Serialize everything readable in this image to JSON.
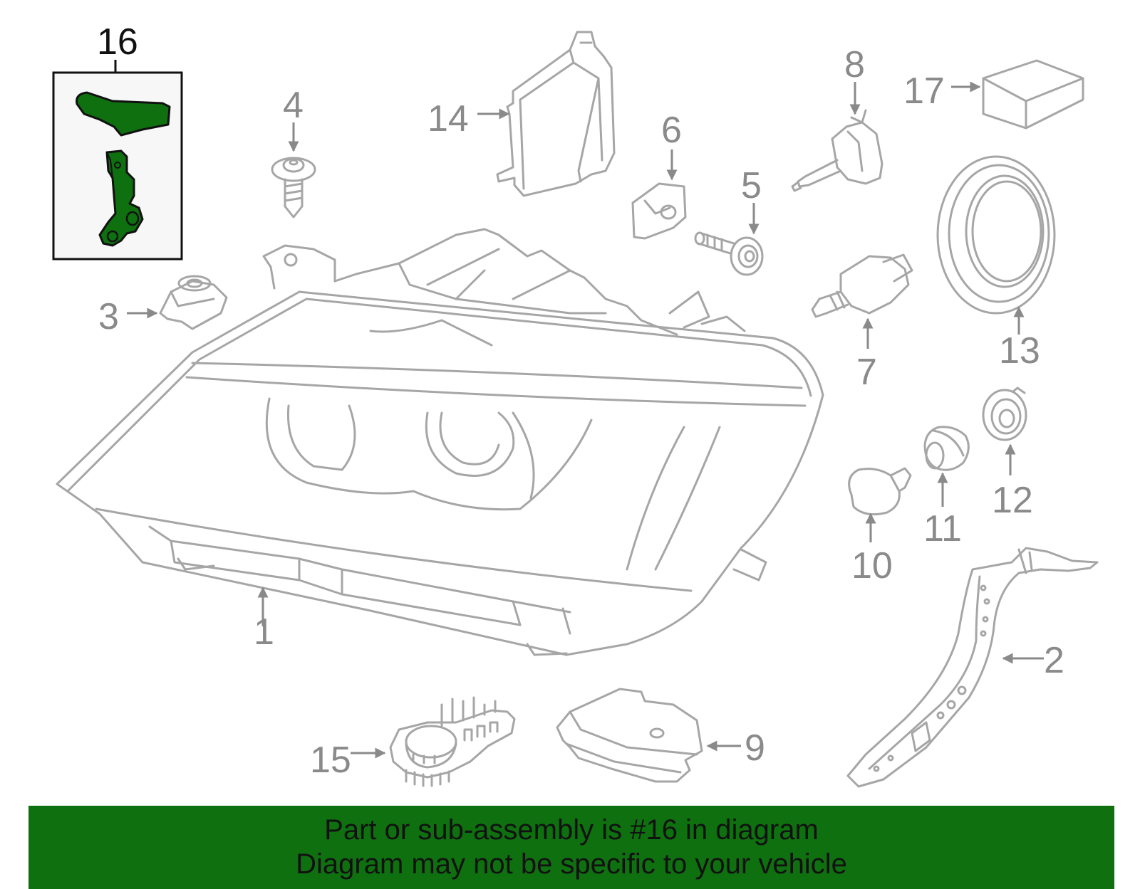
{
  "callouts": {
    "c1": "1",
    "c2": "2",
    "c3": "3",
    "c4": "4",
    "c5": "5",
    "c6": "6",
    "c7": "7",
    "c8": "8",
    "c9": "9",
    "c10": "10",
    "c11": "11",
    "c12": "12",
    "c13": "13",
    "c14": "14",
    "c15": "15",
    "c16": "16",
    "c17": "17"
  },
  "highlighted_part": "16",
  "colors": {
    "highlight": "#0f7010",
    "line_art": "#a6a6a6",
    "callout_text": "#8a8a8a"
  },
  "banner": {
    "line1": "Part or sub-assembly is #16 in diagram",
    "line2": "Diagram may not be specific to your vehicle"
  }
}
